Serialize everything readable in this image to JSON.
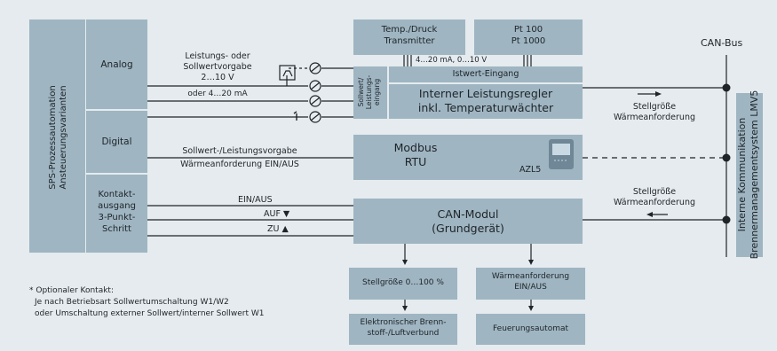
{
  "left_column": {
    "title_line1": "SPS-Prozessautomation",
    "title_line2": "Ansteuerungsvarianten"
  },
  "categories": {
    "analog": "Analog",
    "digital": "Digital",
    "contact_line1": "Kontakt-",
    "contact_line2": "ausgang",
    "contact_line3": "3-Punkt-",
    "contact_line4": "Schritt"
  },
  "analog_signals": {
    "line1": "Leistungs- oder",
    "line2": "Sollwertvorgabe",
    "line3": "2…10 V",
    "line4": "oder 4…20 mA"
  },
  "top_boxes": {
    "transmitter_line1": "Temp./Druck",
    "transmitter_line2": "Transmitter",
    "pt_line1": "Pt 100",
    "pt_line2": "Pt 1000",
    "signal_range": "4…20 mA, 0…10 V"
  },
  "input_label": {
    "line1": "Sollwert/",
    "line2": "Leistungs-",
    "line3": "eingang"
  },
  "istwert": "Istwert-Eingang",
  "regulator": {
    "line1": "Interner Leistungsregler",
    "line2": "inkl. Temperaturwächter"
  },
  "digital_signals": {
    "line1": "Sollwert-/Leistungsvorgabe",
    "line2": "Wärmeanforderung EIN/AUS"
  },
  "modbus": {
    "line1": "Modbus",
    "line2": "RTU",
    "device": "AZL5"
  },
  "contact_signals": {
    "ein_aus": "EIN/AUS",
    "auf": "AUF ▼",
    "zu": "ZU ▲"
  },
  "can_module": {
    "line1": "CAN-Modul",
    "line2": "(Grundgerät)"
  },
  "right_side": {
    "can_bus": "CAN-Bus",
    "stell_top_line1": "Stellgröße",
    "stell_top_line2": "Wärmeanforderung",
    "stell_bottom_line1": "Stellgröße",
    "stell_bottom_line2": "Wärmeanforderung",
    "vertical_line1": "Interne Kommunikation",
    "vertical_line2": "Brennermanagementsystem LMV5"
  },
  "outputs": {
    "stellgroesse": "Stellgröße 0…100 %",
    "waerme_line1": "Wärmeanforderung",
    "waerme_line2": "EIN/AUS",
    "verbund_line1": "Elektronischer Brenn-",
    "verbund_line2": "stoff-/Luftverbund",
    "feuerung": "Feuerungsautomat"
  },
  "footnote": {
    "line1": "* Optionaler Kontakt:",
    "line2": "Je nach Betriebsart Sollwertumschaltung W1/W2",
    "line3": "oder Umschaltung externer Sollwert/interner Sollwert W1"
  },
  "colors": {
    "background": "#e5ebee",
    "box": "#9fb5c2",
    "line": "#1e2428",
    "display": "#c9dae5"
  }
}
